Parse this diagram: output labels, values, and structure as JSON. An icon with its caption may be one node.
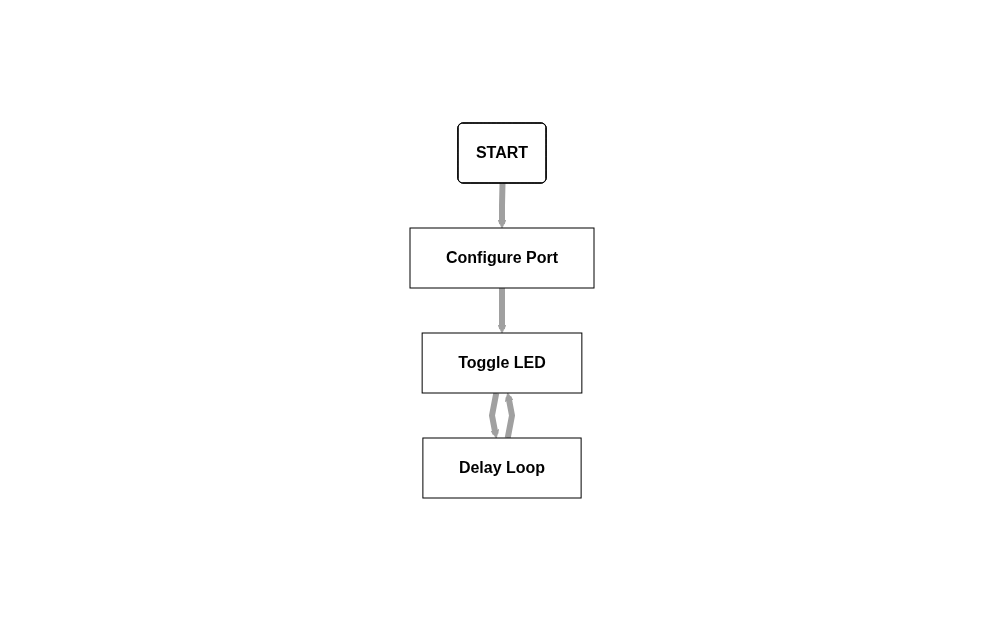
{
  "diagram": {
    "nodes": [
      {
        "text": [
          "START"
        ]
      },
      {
        "text": [
          "Configure Port"
        ]
      },
      {
        "text": [
          "Toggle LED"
        ]
      },
      {
        "text": [
          "Delay Loop"
        ]
      }
    ],
    "edges": [
      {
        "from": 0,
        "to": 1,
        "arrow": "to"
      },
      {
        "from": 1,
        "to": 2,
        "arrow": "to"
      },
      {
        "from": 2,
        "to": 3,
        "arrow": "to"
      },
      {
        "from": 3,
        "to": 2,
        "arrow": "to"
      }
    ]
  }
}
